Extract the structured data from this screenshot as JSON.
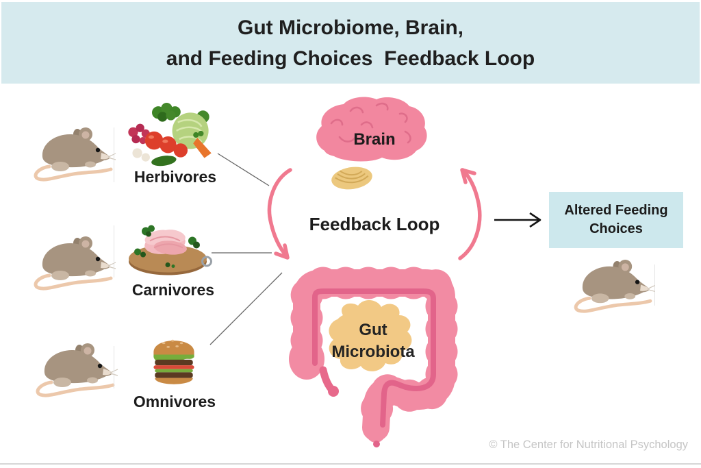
{
  "header": {
    "title_line1": "Gut Microbiome, Brain,",
    "title_line2": "and Feeding Choices  Feedback Loop"
  },
  "diet_groups": [
    {
      "label": "Herbivores",
      "animal": "mouse",
      "food": "vegetables"
    },
    {
      "label": "Carnivores",
      "animal": "mouse",
      "food": "raw meat on cutting board"
    },
    {
      "label": "Omnivores",
      "animal": "mouse",
      "food": "hamburger"
    }
  ],
  "loop": {
    "brain_label": "Brain",
    "center_label": "Feedback Loop",
    "gut_label_line1": "Gut",
    "gut_label_line2": "Microbiota"
  },
  "outcome": {
    "box_line1": "Altered Feeding",
    "box_line2": "Choices",
    "animal": "mouse"
  },
  "footer": {
    "copyright": "© The Center for Nutritional Psychology"
  },
  "colors": {
    "banner_blue": "#d6eaee",
    "outcome_box_blue": "#cde8ed",
    "loop_arrow_pink": "#f0798f",
    "brain_pink": "#f2879f",
    "cerebellum_tan": "#ecc87e",
    "gut_pink": "#f28ba3",
    "gut_inner_pink": "#e2648a",
    "microbiota_tan": "#f2c985",
    "connector_gray": "#666666",
    "copyright_gray": "#c5c5c5"
  }
}
